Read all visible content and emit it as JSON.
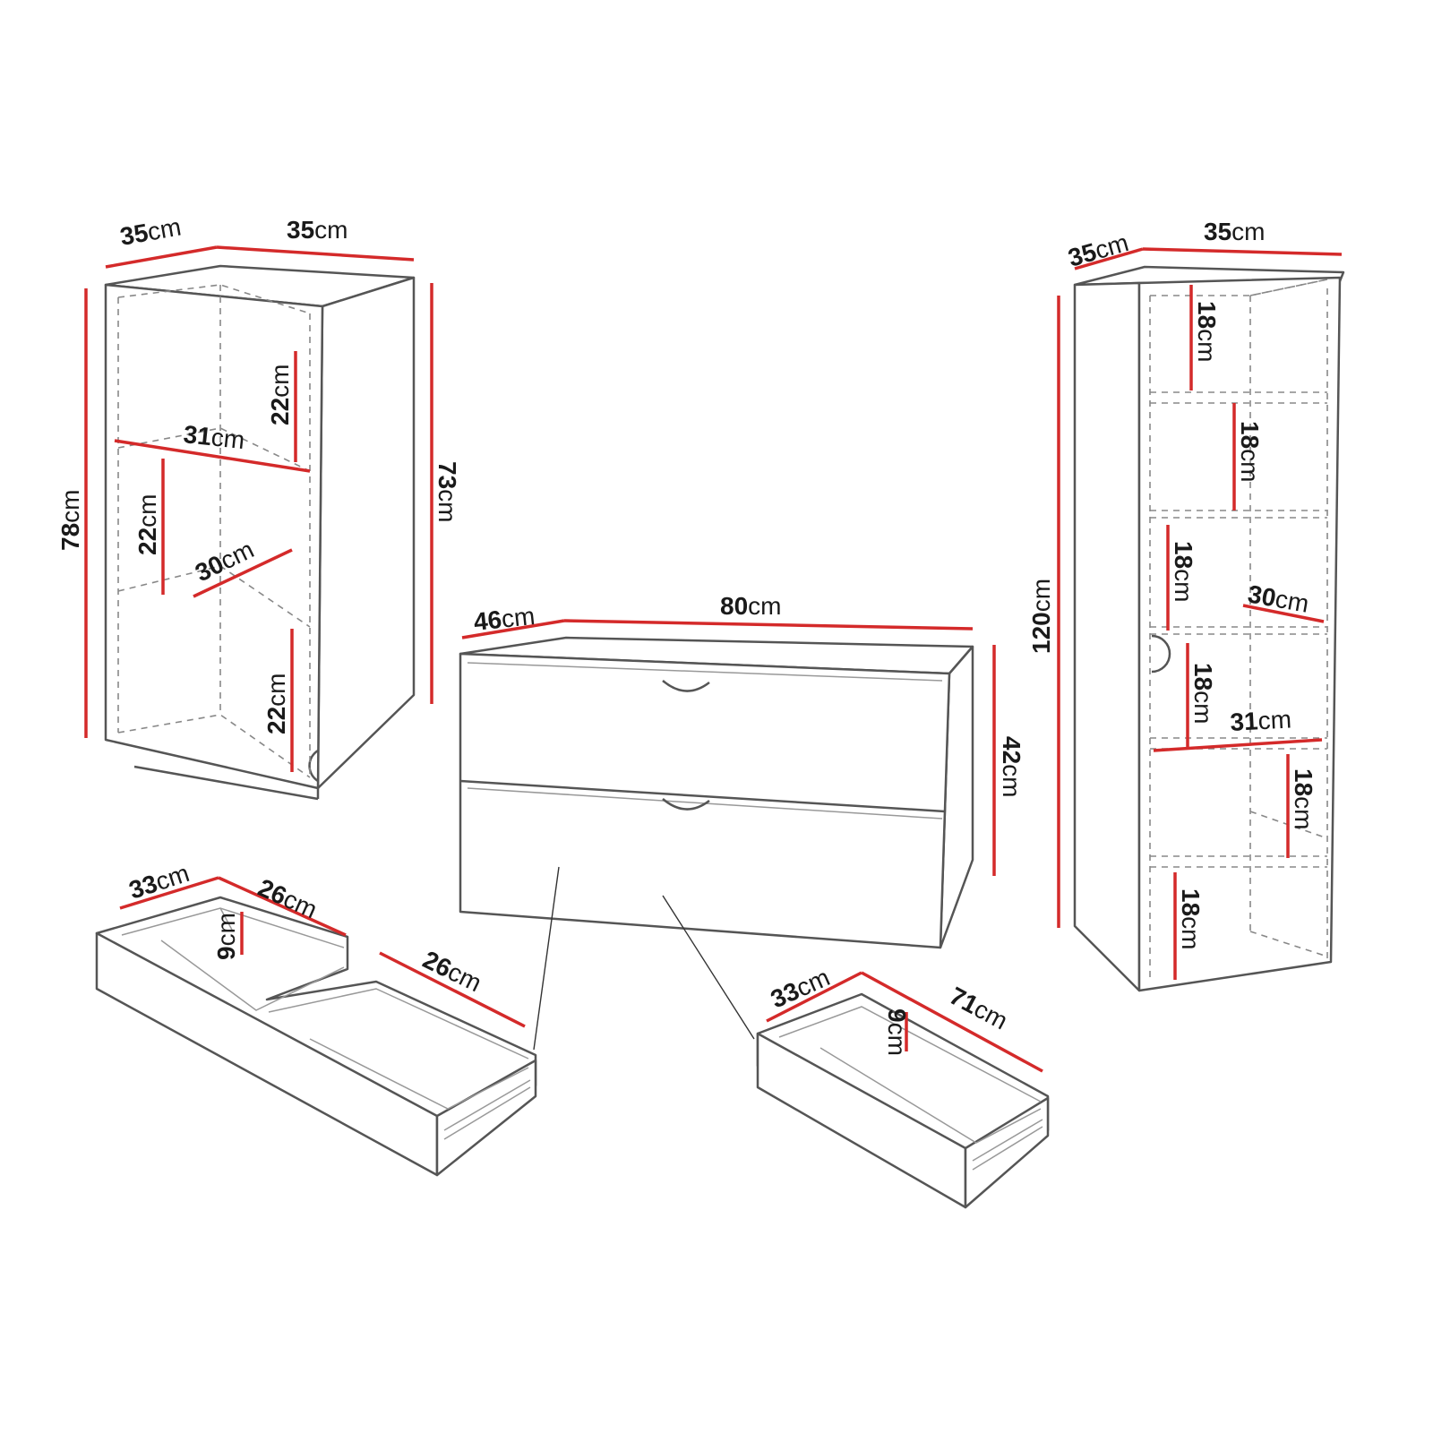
{
  "colors": {
    "outline": "#555555",
    "dimension_line": "#d42a2a",
    "text": "#1a1a1a"
  },
  "unit": "cm",
  "cabinet_small": {
    "depth": "35",
    "width": "35",
    "height_outer": "78",
    "height_inner": "73",
    "shelf_top": "22",
    "shelf_mid": "22",
    "shelf_bottom": "22",
    "shelf_width": "31",
    "shelf_depth": "30"
  },
  "chest": {
    "depth": "46",
    "width": "80",
    "height": "42"
  },
  "tall_cabinet": {
    "depth": "35",
    "width": "35",
    "height": "120",
    "shelf_1": "18",
    "shelf_2": "18",
    "shelf_3": "18",
    "shelf_4": "18",
    "shelf_5": "18",
    "shelf_6": "18",
    "shelf_depth": "30",
    "shelf_width": "31"
  },
  "drawer_left": {
    "depth": "33",
    "front_width": "26",
    "rear_width": "26",
    "height": "9"
  },
  "drawer_right": {
    "depth": "33",
    "width": "71",
    "height": "9"
  }
}
